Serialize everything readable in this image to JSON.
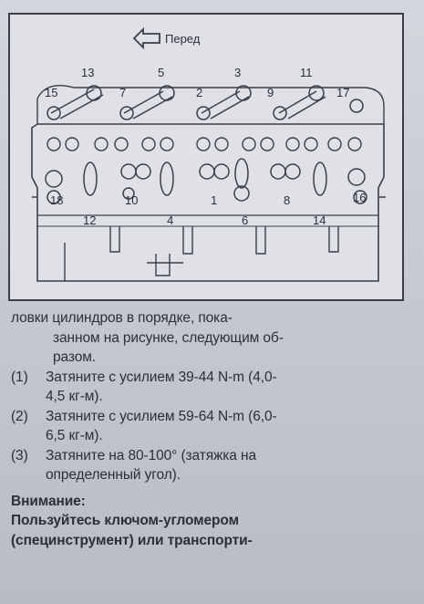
{
  "figure": {
    "direction_label": "Перед",
    "bolt_numbers_top": [
      "13",
      "5",
      "3",
      "11",
      "15",
      "7",
      "2",
      "9",
      "17"
    ],
    "bolt_numbers_bottom": [
      "18",
      "10",
      "1",
      "8",
      "16",
      "12",
      "4",
      "6",
      "14"
    ]
  },
  "text": {
    "intro_lines": [
      "ловки цилиндров в порядке, пока-",
      "занном на рисунке, следующим об-",
      "разом."
    ],
    "steps": [
      {
        "num": "(1)",
        "lines": [
          "Затяните с усилием 39-44 N-m (4,0-",
          "4,5 кг-м)."
        ]
      },
      {
        "num": "(2)",
        "lines": [
          "Затяните с усилием 59-64 N-m (6,0-",
          "6,5 кг-м)."
        ]
      },
      {
        "num": "(3)",
        "lines": [
          "Затяните на 80-100° (затяжка на",
          "определенный угол)."
        ]
      }
    ],
    "warning_title": "Внимание:",
    "warning_lines": [
      "Пользуйтесь ключом-угломером",
      "(специнструмент) или транспорти-"
    ]
  }
}
